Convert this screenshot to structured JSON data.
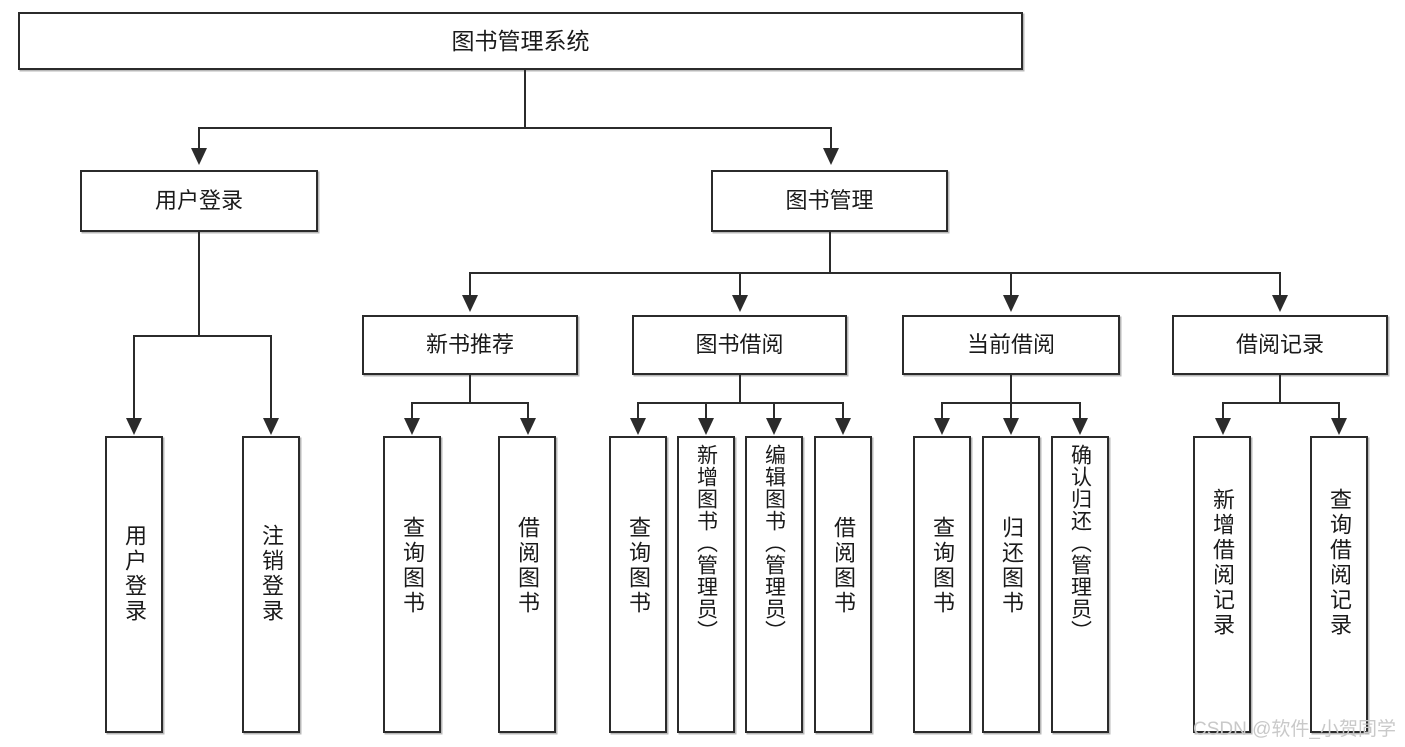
{
  "diagram": {
    "title": "图书管理系统",
    "type": "tree-hierarchy-diagram",
    "root": {
      "label": "图书管理系统"
    },
    "level2": [
      {
        "label": "用户登录"
      },
      {
        "label": "图书管理"
      }
    ],
    "level3": [
      {
        "label": "新书推荐"
      },
      {
        "label": "图书借阅"
      },
      {
        "label": "当前借阅"
      },
      {
        "label": "借阅记录"
      }
    ],
    "leaves": {
      "user_login": [
        {
          "label": "用户登录"
        },
        {
          "label": "注销登录"
        }
      ],
      "new_book_recommend": [
        {
          "label": "查询图书"
        },
        {
          "label": "借阅图书"
        }
      ],
      "book_borrow": [
        {
          "label": "查询图书"
        },
        {
          "label": "新增图书（管理员）"
        },
        {
          "label": "编辑图书（管理员）"
        },
        {
          "label": "借阅图书"
        }
      ],
      "current_borrow": [
        {
          "label": "查询图书"
        },
        {
          "label": "归还图书"
        },
        {
          "label": "确认归还（管理员）"
        }
      ],
      "borrow_records": [
        {
          "label": "新增借阅记录"
        },
        {
          "label": "查询借阅记录"
        }
      ]
    }
  },
  "watermark": {
    "text": "CSDN @软件_小贺同学"
  },
  "colors": {
    "box_border": "#2b2b2b",
    "box_fill": "#ffffff",
    "connector": "#2b2b2b",
    "text": "#1a1a1a",
    "watermark": "#c9c9c9"
  }
}
